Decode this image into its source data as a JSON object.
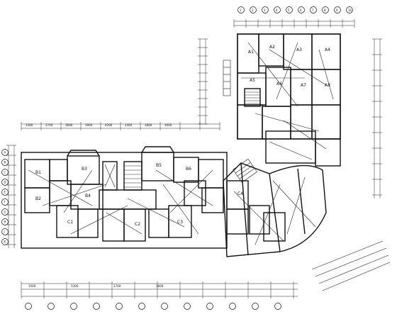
{
  "plan": {
    "room_labels": [
      "A1",
      "A2",
      "A3",
      "A4",
      "A5",
      "A6",
      "A7",
      "A8",
      "B1",
      "B2",
      "B3",
      "B4",
      "B5",
      "B6",
      "C1",
      "C2",
      "C3",
      "C4"
    ],
    "dimension_labels": [
      "3300",
      "2700",
      "3600",
      "3900",
      "4200",
      "2400",
      "1800",
      "3000",
      "1500",
      "3300",
      "2700",
      "3600"
    ],
    "axis_bubbles_top": [
      "1",
      "2",
      "3",
      "4",
      "5",
      "6",
      "7",
      "8",
      "9",
      "10"
    ],
    "axis_bubbles_left": [
      "A",
      "B",
      "C",
      "D",
      "E",
      "F",
      "G",
      "H",
      "J",
      "K"
    ]
  }
}
